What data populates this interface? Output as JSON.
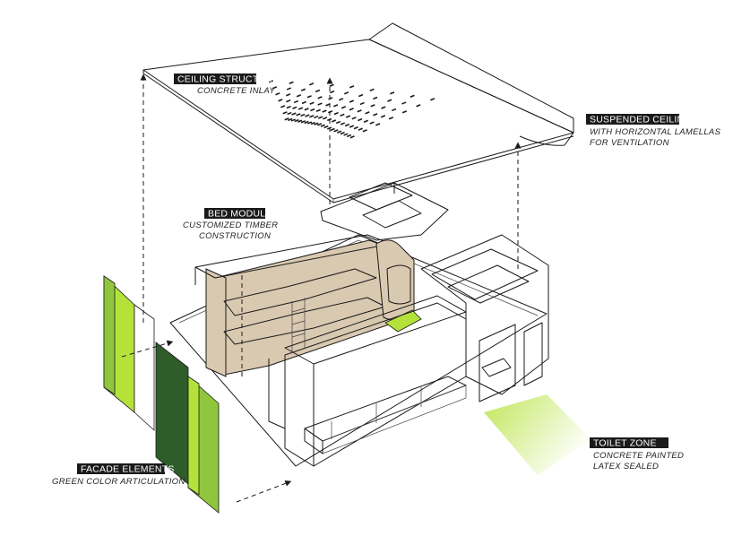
{
  "labels": {
    "ceiling_structure": {
      "title": "CEILING STRUCTURE",
      "sub": "CONCRETE INLAY"
    },
    "suspended_ceiling": {
      "title": "SUSPENDED CEILING",
      "sub1": "WITH HORIZONTAL LAMELLAS",
      "sub2": "FOR VENTILATION"
    },
    "bed_modules": {
      "title": "BED MODULES",
      "sub1": "CUSTOMIZED TIMBER",
      "sub2": "CONSTRUCTION"
    },
    "toilet_zone": {
      "title": "TOILET ZONE",
      "sub1": "CONCRETE PAINTED",
      "sub2": "LATEX SEALED"
    },
    "facade_elements": {
      "title": "FACADE ELEMENTS",
      "sub": "GREEN COLOR ARTICULATION"
    }
  },
  "colors": {
    "label_bg": "#1a1a1a",
    "timber": "#d9c9b0",
    "green_light": "#8fc63d",
    "green_bright": "#b5e23a",
    "green_dark": "#2f5d2a",
    "line": "#1a1a1a"
  },
  "icons": {
    "arrow": "arrowhead-icon"
  }
}
